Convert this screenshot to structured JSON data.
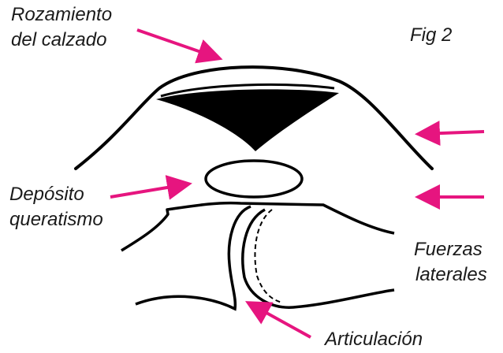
{
  "figure": {
    "figure_label": "Fig 2",
    "labels": {
      "rozamiento_line1": "Rozamiento",
      "rozamiento_line2": "del calzado",
      "deposito_line1": "Depósito",
      "deposito_line2": "queratismo",
      "fuerzas_line1": "Fuerzas",
      "fuerzas_line2": "laterales",
      "articulacion": "Articulación"
    },
    "colors": {
      "arrow": "#e6157f",
      "ink": "#000000",
      "text": "#1a1a1a"
    }
  }
}
